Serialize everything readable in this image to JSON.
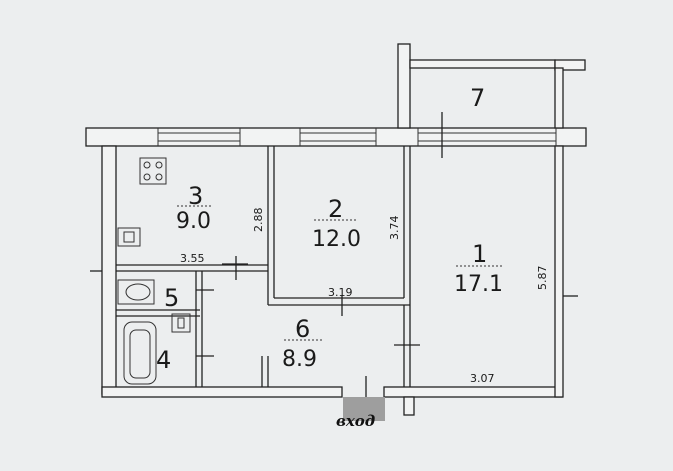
{
  "rooms": [
    {
      "number": "1",
      "area": "17.1"
    },
    {
      "number": "2",
      "area": "12.0"
    },
    {
      "number": "3",
      "area": "9.0"
    },
    {
      "number": "4",
      "area": ""
    },
    {
      "number": "5",
      "area": ""
    },
    {
      "number": "6",
      "area": "8.9"
    },
    {
      "number": "7",
      "area": ""
    }
  ],
  "dimensions": {
    "kitchen_height": "2.88",
    "kitchen_width": "3.55",
    "room2_height": "3.74",
    "room2_width": "3.19",
    "room1_height": "5.87",
    "room1_width": "3.07"
  },
  "entrance": {
    "label": "вход",
    "color": "#9e9e9e"
  }
}
